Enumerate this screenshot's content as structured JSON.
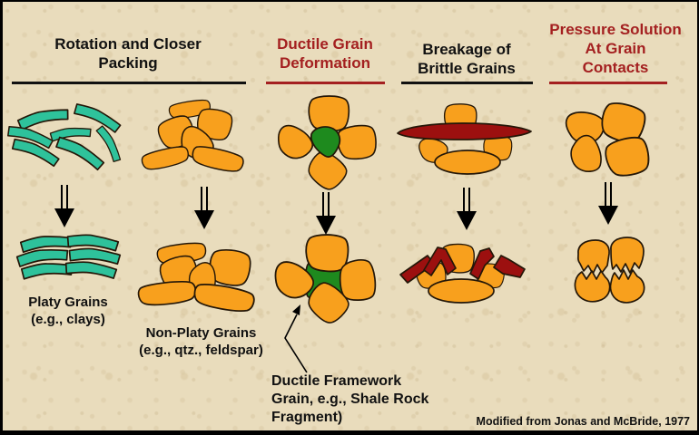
{
  "headers": [
    {
      "line1": "Rotation and Closer",
      "line2": "Packing",
      "color": "#111111"
    },
    {
      "line1": "Ductile Grain",
      "line2": "Deformation",
      "color": "#a42020"
    },
    {
      "line1": "Breakage of",
      "line2": "Brittle Grains",
      "color": "#111111"
    },
    {
      "line1": "Pressure Solution",
      "line2": "At Grain",
      "line3": "Contacts",
      "color": "#a42020"
    }
  ],
  "captions": {
    "platy": {
      "line1": "Platy Grains",
      "line2": "(e.g., clays)"
    },
    "non_platy": {
      "line1": "Non-Platy Grains",
      "line2": "(e.g., qtz., feldspar)"
    },
    "ductile": {
      "line1": "Ductile Framework",
      "line2": "Grain, e.g., Shale Rock",
      "line3": "Fragment)"
    }
  },
  "footer": {
    "credit": "Modified from Jonas and McBride, 1977"
  },
  "colors": {
    "background": "#e9dcbc",
    "border": "#000000",
    "heading_black": "#111111",
    "heading_red": "#a42020",
    "grain_orange": "#f8a01d",
    "grain_teal": "#2ec29b",
    "grain_green": "#1e8a1e",
    "grain_red": "#9c100f",
    "outline": "#241708",
    "arrow": "#000000"
  },
  "icons": {
    "compaction_arrow": "double-shaft-down-arrow",
    "annotation_arrow": "bent-pointer-arrow"
  }
}
